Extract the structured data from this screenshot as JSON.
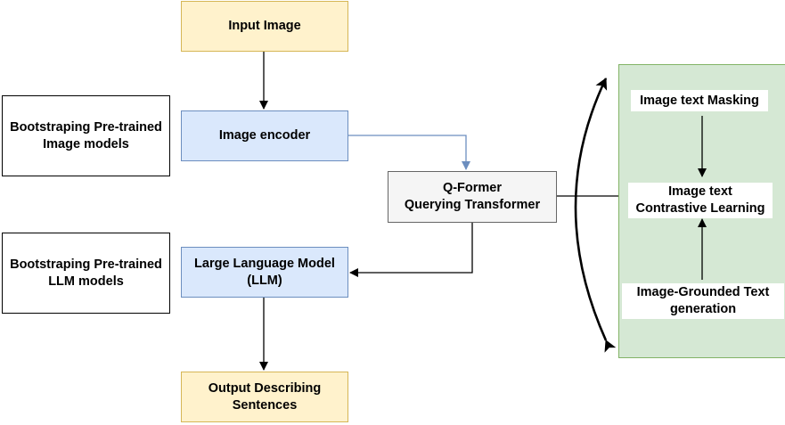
{
  "nodes": {
    "input_image": "Input Image",
    "image_encoder": "Image encoder",
    "llm_line1": "Large Language Model",
    "llm_line2": "(LLM)",
    "output_line1": "Output Describing",
    "output_line2": "Sentences",
    "qformer_line1": "Q-Former",
    "qformer_line2": "Querying Transformer",
    "bootstrap_image_line1": "Bootstraping Pre-trained",
    "bootstrap_image_line2": "Image models",
    "bootstrap_llm_line1": "Bootstraping Pre-trained",
    "bootstrap_llm_line2": "LLM models"
  },
  "objectives": {
    "masking": "Image text Masking",
    "contrastive_line1": "Image text",
    "contrastive_line2": "Contrastive Learning",
    "grounded_line1": "Image-Grounded Text",
    "grounded_line2": "generation"
  },
  "colors": {
    "yellow_fill": "#fff2cc",
    "blue_fill": "#dae8fc",
    "gray_fill": "#f5f5f5",
    "green_fill": "#d5e8d4",
    "blue_edge": "#6c8ebf"
  }
}
